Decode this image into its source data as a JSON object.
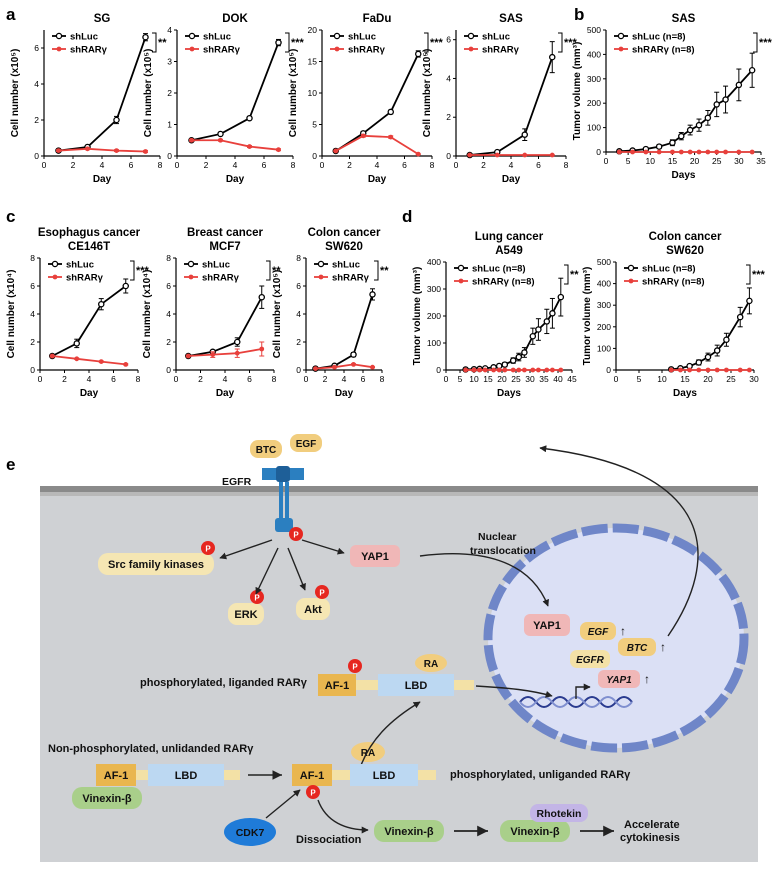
{
  "panel_labels": {
    "a": "a",
    "b": "b",
    "c": "c",
    "d": "d",
    "e": "e"
  },
  "colors": {
    "shLuc": "#000000",
    "shRARg": "#e8403c",
    "cell_bg": "#cfd1d4",
    "membrane": "#7a7a7a",
    "nucleus": "#dbe0f5",
    "nucleus_edge": "#6f86c8"
  },
  "chart_data": [
    {
      "type": "line",
      "title": "SG",
      "xlabel": "Day",
      "ylabel": "Cell number (x10⁵)",
      "xlim": [
        0,
        8
      ],
      "ylim": [
        0,
        7
      ],
      "yticks": [
        0,
        2,
        4,
        6
      ],
      "xticks": [
        0,
        2,
        4,
        6,
        8
      ],
      "significance": "**",
      "series": [
        {
          "name": "shLuc",
          "x": [
            1,
            3,
            5,
            7
          ],
          "y": [
            0.3,
            0.5,
            2.0,
            6.6
          ],
          "err": [
            0.05,
            0.1,
            0.2,
            0.2
          ]
        },
        {
          "name": "shRARγ",
          "x": [
            1,
            3,
            5,
            7
          ],
          "y": [
            0.3,
            0.4,
            0.3,
            0.25
          ],
          "err": [
            0.05,
            0.05,
            0.05,
            0.05
          ]
        }
      ]
    },
    {
      "type": "line",
      "title": "DOK",
      "xlabel": "Day",
      "ylabel": "Cell number (x10⁵)",
      "xlim": [
        0,
        8
      ],
      "ylim": [
        0,
        4
      ],
      "yticks": [
        0,
        1,
        2,
        3,
        4
      ],
      "xticks": [
        0,
        2,
        4,
        6,
        8
      ],
      "significance": "***",
      "series": [
        {
          "name": "shLuc",
          "x": [
            1,
            3,
            5,
            7
          ],
          "y": [
            0.5,
            0.7,
            1.2,
            3.6
          ],
          "err": [
            0.03,
            0.05,
            0.05,
            0.1
          ]
        },
        {
          "name": "shRARγ",
          "x": [
            1,
            3,
            5,
            7
          ],
          "y": [
            0.5,
            0.5,
            0.3,
            0.2
          ],
          "err": [
            0.03,
            0.03,
            0.03,
            0.03
          ]
        }
      ]
    },
    {
      "type": "line",
      "title": "FaDu",
      "xlabel": "Day",
      "ylabel": "Cell number (x10⁵)",
      "xlim": [
        0,
        8
      ],
      "ylim": [
        0,
        20
      ],
      "yticks": [
        0,
        5,
        10,
        15,
        20
      ],
      "xticks": [
        0,
        2,
        4,
        6,
        8
      ],
      "significance": "***",
      "series": [
        {
          "name": "shLuc",
          "x": [
            1,
            3,
            5,
            7
          ],
          "y": [
            0.8,
            3.6,
            7.0,
            16.2
          ],
          "err": [
            0.1,
            0.3,
            0.3,
            0.5
          ]
        },
        {
          "name": "shRARγ",
          "x": [
            1,
            3,
            5,
            7
          ],
          "y": [
            0.8,
            3.2,
            3.0,
            0.3
          ],
          "err": [
            0.1,
            0.2,
            0.2,
            0.05
          ]
        }
      ]
    },
    {
      "type": "line",
      "title": "SAS",
      "xlabel": "Day",
      "ylabel": "Cell number (x10⁵)",
      "xlim": [
        0,
        8
      ],
      "ylim": [
        0,
        6.5
      ],
      "yticks": [
        0,
        2,
        4,
        6
      ],
      "xticks": [
        0,
        2,
        4,
        6,
        8
      ],
      "significance": "***",
      "series": [
        {
          "name": "shLuc",
          "x": [
            1,
            3,
            5,
            7
          ],
          "y": [
            0.05,
            0.2,
            1.1,
            5.1
          ],
          "err": [
            0.02,
            0.05,
            0.3,
            0.8
          ]
        },
        {
          "name": "shRARγ",
          "x": [
            1,
            3,
            5,
            7
          ],
          "y": [
            0.05,
            0.05,
            0.05,
            0.05
          ],
          "err": [
            0.01,
            0.01,
            0.01,
            0.01
          ]
        }
      ]
    },
    {
      "type": "line",
      "title": "SAS",
      "xlabel": "Days",
      "ylabel": "Tumor volume (mm³)",
      "xlim": [
        0,
        35
      ],
      "ylim": [
        0,
        500
      ],
      "yticks": [
        0,
        100,
        200,
        300,
        400,
        500
      ],
      "xticks": [
        0,
        5,
        10,
        15,
        20,
        25,
        30,
        35
      ],
      "significance": "***",
      "series": [
        {
          "name": "shLuc (n=8)",
          "x": [
            3,
            6,
            9,
            12,
            15,
            17,
            19,
            21,
            23,
            25,
            27,
            30,
            33
          ],
          "y": [
            3,
            6,
            12,
            22,
            38,
            65,
            90,
            110,
            140,
            195,
            215,
            275,
            335
          ],
          "err": [
            2,
            3,
            5,
            8,
            12,
            15,
            20,
            25,
            30,
            50,
            55,
            65,
            70
          ]
        },
        {
          "name": "shRARγ (n=8)",
          "x": [
            3,
            6,
            9,
            12,
            15,
            17,
            19,
            21,
            23,
            25,
            27,
            30,
            33
          ],
          "y": [
            0,
            0,
            0,
            0,
            0,
            0,
            0,
            0,
            0,
            0,
            0,
            0,
            0
          ],
          "err": [
            0,
            0,
            0,
            0,
            0,
            0,
            0,
            0,
            0,
            0,
            0,
            0,
            0
          ]
        }
      ]
    },
    {
      "type": "line",
      "title": "Esophagus cancer\nCE146T",
      "xlabel": "Day",
      "ylabel": "Cell number (x10⁴)",
      "xlim": [
        0,
        8
      ],
      "ylim": [
        0,
        8
      ],
      "yticks": [
        0,
        2,
        4,
        6,
        8
      ],
      "xticks": [
        0,
        2,
        4,
        6,
        8
      ],
      "significance": "***",
      "series": [
        {
          "name": "shLuc",
          "x": [
            1,
            3,
            5,
            7
          ],
          "y": [
            1.0,
            1.9,
            4.7,
            6.0
          ],
          "err": [
            0.05,
            0.3,
            0.4,
            0.5
          ]
        },
        {
          "name": "shRARγ",
          "x": [
            1,
            3,
            5,
            7
          ],
          "y": [
            1.0,
            0.8,
            0.6,
            0.4
          ],
          "err": [
            0.05,
            0.05,
            0.05,
            0.05
          ]
        }
      ]
    },
    {
      "type": "line",
      "title": "Breast cancer\nMCF7",
      "xlabel": "Day",
      "ylabel": "Cell number (x10⁴)",
      "xlim": [
        0,
        8
      ],
      "ylim": [
        0,
        8
      ],
      "yticks": [
        0,
        2,
        4,
        6,
        8
      ],
      "xticks": [
        0,
        2,
        4,
        6,
        8
      ],
      "significance": "**",
      "series": [
        {
          "name": "shLuc",
          "x": [
            1,
            3,
            5,
            7
          ],
          "y": [
            1.0,
            1.3,
            2.0,
            5.2
          ],
          "err": [
            0.05,
            0.1,
            0.3,
            0.8
          ]
        },
        {
          "name": "shRARγ",
          "x": [
            1,
            3,
            5,
            7
          ],
          "y": [
            1.0,
            1.1,
            1.2,
            1.5
          ],
          "err": [
            0.05,
            0.2,
            0.3,
            0.5
          ]
        }
      ]
    },
    {
      "type": "line",
      "title": "Colon cancer\nSW620",
      "xlabel": "Day",
      "ylabel": "Cell number (x10⁵)",
      "xlim": [
        0,
        8
      ],
      "ylim": [
        0,
        8
      ],
      "yticks": [
        0,
        2,
        4,
        6,
        8
      ],
      "xticks": [
        0,
        2,
        4,
        6,
        8
      ],
      "significance": "**",
      "series": [
        {
          "name": "shLuc",
          "x": [
            1,
            3,
            5,
            7
          ],
          "y": [
            0.1,
            0.3,
            1.1,
            5.4
          ],
          "err": [
            0.02,
            0.05,
            0.15,
            0.4
          ]
        },
        {
          "name": "shRARγ",
          "x": [
            1,
            3,
            5,
            7
          ],
          "y": [
            0.1,
            0.2,
            0.4,
            0.2
          ],
          "err": [
            0.02,
            0.03,
            0.05,
            0.03
          ]
        }
      ]
    },
    {
      "type": "line",
      "title": "Lung cancer\nA549",
      "xlabel": "Days",
      "ylabel": "Tumor volume (mm³)",
      "xlim": [
        0,
        45
      ],
      "ylim": [
        0,
        400
      ],
      "yticks": [
        0,
        100,
        200,
        300,
        400
      ],
      "xticks": [
        0,
        5,
        10,
        15,
        20,
        25,
        30,
        35,
        40,
        45
      ],
      "significance": "**",
      "series": [
        {
          "name": "shLuc (n=8)",
          "x": [
            7,
            10,
            12,
            14,
            17,
            19,
            21,
            24,
            26,
            28,
            31,
            33,
            36,
            38,
            41
          ],
          "y": [
            2,
            3,
            4,
            6,
            10,
            15,
            20,
            35,
            48,
            65,
            125,
            150,
            180,
            210,
            270
          ],
          "err": [
            1,
            1,
            2,
            3,
            4,
            6,
            8,
            10,
            14,
            18,
            30,
            40,
            45,
            55,
            70
          ]
        },
        {
          "name": "shRARγ (n=8)",
          "x": [
            7,
            10,
            12,
            14,
            17,
            19,
            21,
            24,
            26,
            28,
            31,
            33,
            36,
            38,
            41
          ],
          "y": [
            0,
            0,
            0,
            0,
            0,
            0,
            0,
            0,
            0,
            0,
            0,
            0,
            0,
            0,
            0
          ],
          "err": [
            0,
            0,
            0,
            0,
            0,
            0,
            0,
            0,
            0,
            0,
            0,
            0,
            0,
            0,
            0
          ]
        }
      ]
    },
    {
      "type": "line",
      "title": "Colon cancer\nSW620",
      "xlabel": "Days",
      "ylabel": "Tumor volume (mm³)",
      "xlim": [
        0,
        30
      ],
      "ylim": [
        0,
        500
      ],
      "yticks": [
        0,
        100,
        200,
        300,
        400,
        500
      ],
      "xticks": [
        0,
        5,
        10,
        15,
        20,
        25,
        30
      ],
      "significance": "***",
      "series": [
        {
          "name": "shLuc (n=8)",
          "x": [
            12,
            14,
            16,
            18,
            20,
            22,
            24,
            27,
            29
          ],
          "y": [
            3,
            8,
            18,
            35,
            60,
            90,
            140,
            245,
            320
          ],
          "err": [
            2,
            4,
            8,
            12,
            18,
            25,
            30,
            45,
            60
          ]
        },
        {
          "name": "shRARγ (n=8)",
          "x": [
            12,
            14,
            16,
            18,
            20,
            22,
            24,
            27,
            29
          ],
          "y": [
            0,
            0,
            0,
            0,
            0,
            0,
            0,
            0,
            0
          ],
          "err": [
            0,
            0,
            0,
            0,
            0,
            0,
            0,
            0,
            0
          ]
        }
      ]
    }
  ],
  "diagram": {
    "ligand_btc": "BTC",
    "ligand_egf": "EGF",
    "receptor": "EGFR",
    "phospho": "P",
    "src": "Src family kinases",
    "erk": "ERK",
    "akt": "Akt",
    "yap1": "YAP1",
    "nuclear_translocation": "Nuclear\ntranslocation",
    "yap1_nuc": "YAP1",
    "gene_egf": "EGF",
    "gene_egfr": "EGFR",
    "gene_btc": "BTC",
    "gene_yap1": "YAP1",
    "up": "↑",
    "label_phos_lig": "phosphorylated, liganded RARγ",
    "label_nonphos": "Non-phosphorylated, unlidanded RARγ",
    "label_phos_unlig": "phosphorylated, unliganded RARγ",
    "af1": "AF-1",
    "lbd": "LBD",
    "ra": "RA",
    "vinexin": "Vinexin-β",
    "cdk7": "CDK7",
    "dissociation": "Dissociation",
    "rhotekin": "Rhotekin",
    "cytokinesis": "Accelerate\ncytokinesis"
  }
}
